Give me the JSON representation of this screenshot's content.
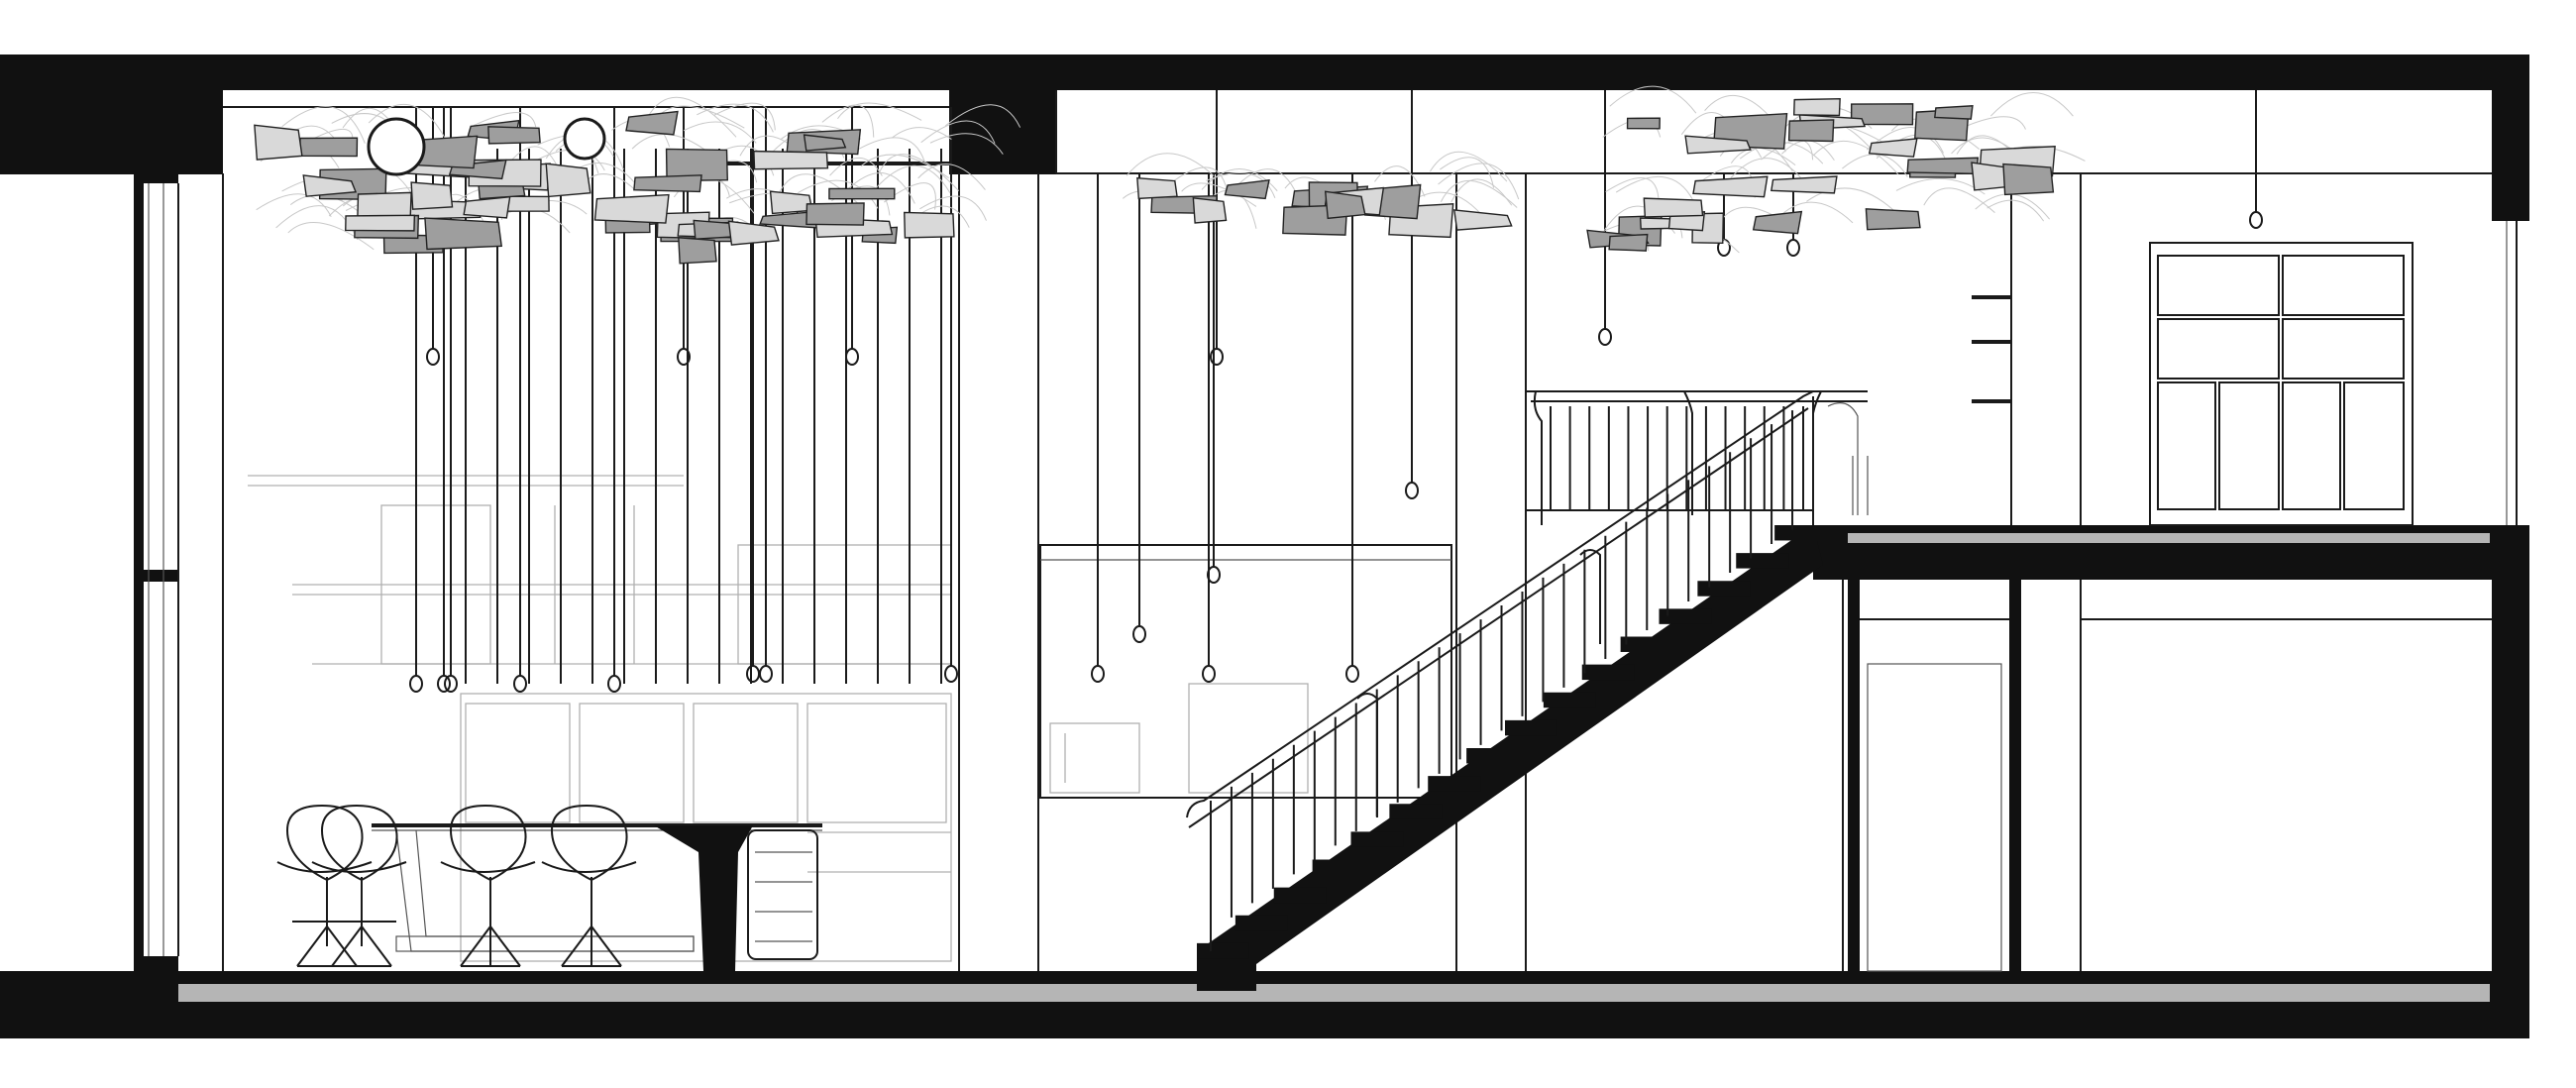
{
  "drawing": {
    "kind": "architectural-section",
    "colors": {
      "structure": "#111111",
      "line": "#1a1a1a",
      "thin_line": "#9a9a9a",
      "floor_band": "#b5b5b5",
      "sculpture_fill": "#9e9e9e",
      "sculpture_light": "#d9d9d9",
      "background": "#ffffff"
    },
    "counts": {
      "stair_treads": 16,
      "stair_balusters": 30,
      "mezzanine_balusters": 14
    }
  }
}
